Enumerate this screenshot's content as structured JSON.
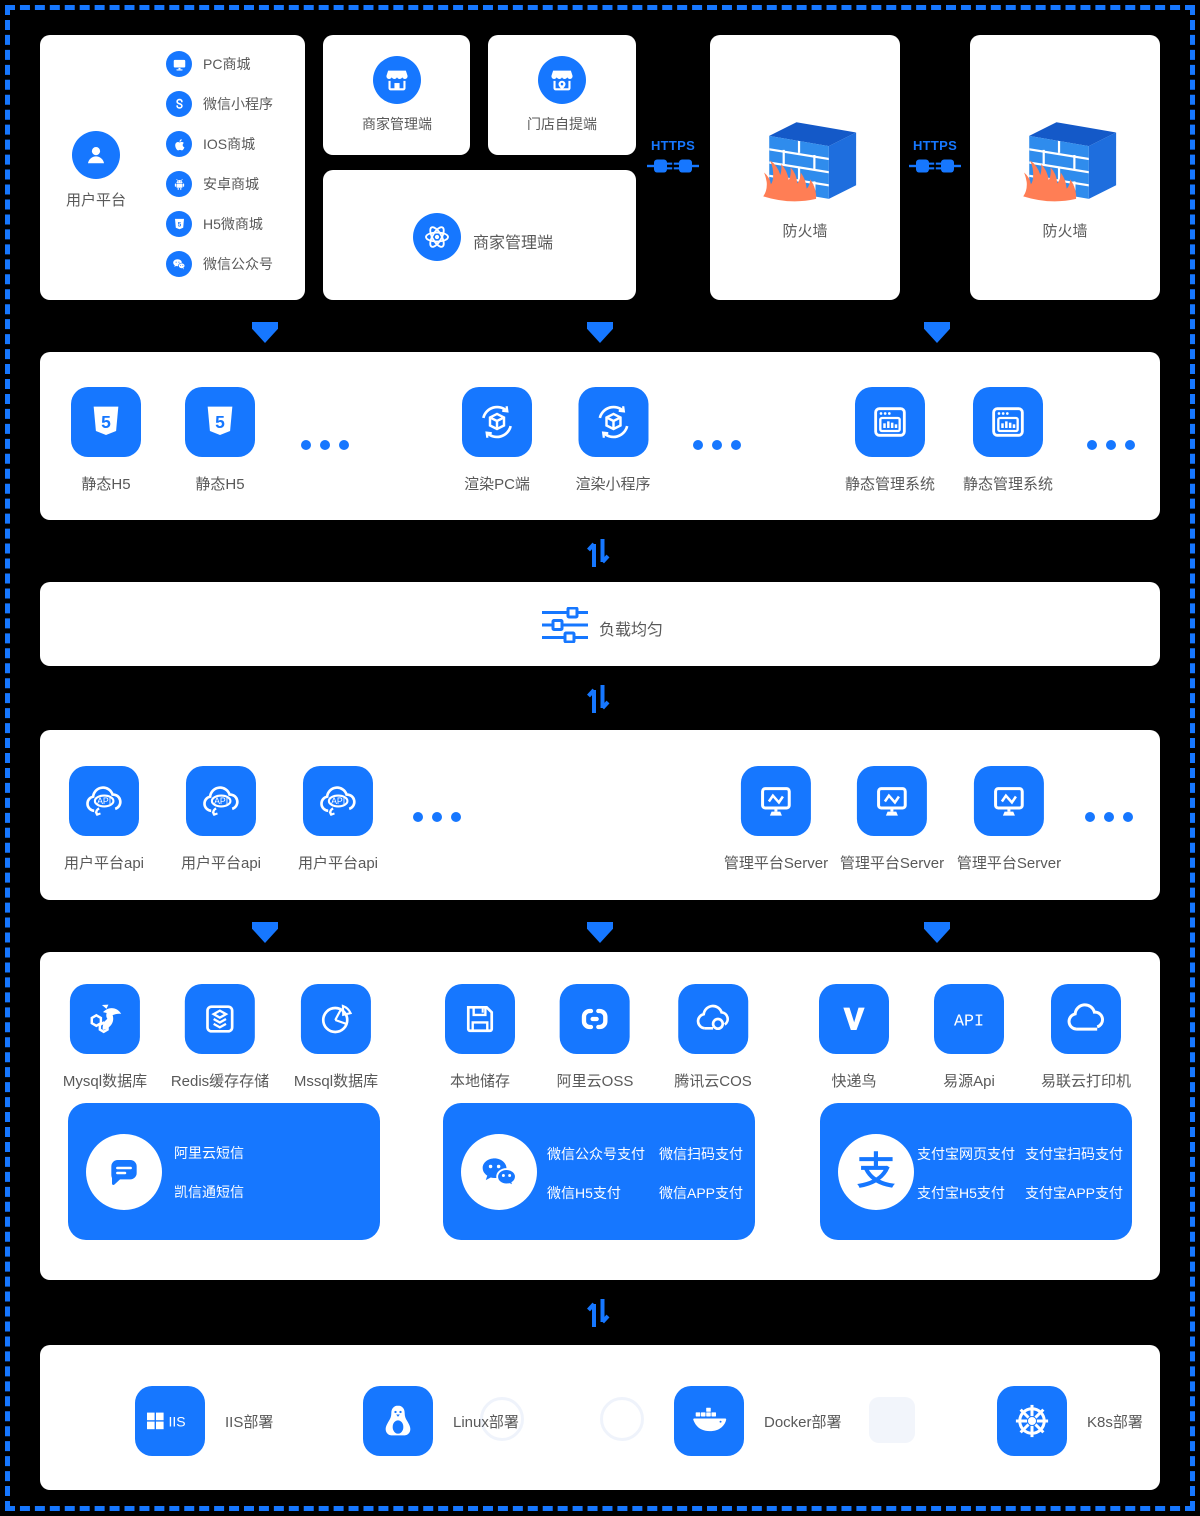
{
  "colors": {
    "accent": "#1677ff",
    "background": "#000000",
    "card": "#ffffff",
    "label_text": "#595959",
    "fire": "#ff7e55"
  },
  "glyphs": {
    "h5": "5",
    "api": "API",
    "iis": "IIS",
    "alipay": "支"
  },
  "client_layer": {
    "user_platform": {
      "title": "用户平台",
      "channels": [
        {
          "label": "PC商城"
        },
        {
          "label": "微信小程序"
        },
        {
          "label": "IOS商城"
        },
        {
          "label": "安卓商城"
        },
        {
          "label": "H5微商城"
        },
        {
          "label": "微信公众号"
        }
      ]
    },
    "merchant_admin": {
      "label": "商家管理端"
    },
    "store_pickup": {
      "label": "门店自提端"
    },
    "merchant_admin_main": {
      "label": "商家管理端"
    },
    "https_left": {
      "label": "HTTPS"
    },
    "https_right": {
      "label": "HTTPS"
    },
    "firewall_left": {
      "label": "防火墙"
    },
    "firewall_right": {
      "label": "防火墙"
    }
  },
  "static_layer": {
    "nodes": [
      {
        "label": "静态H5"
      },
      {
        "label": "静态H5"
      },
      {
        "label": "渲染PC端"
      },
      {
        "label": "渲染小程序"
      },
      {
        "label": "静态管理系统"
      },
      {
        "label": "静态管理系统"
      }
    ]
  },
  "load_balancer": {
    "label": "负载均匀"
  },
  "api_layer": {
    "nodes": [
      {
        "label": "用户平台api"
      },
      {
        "label": "用户平台api"
      },
      {
        "label": "用户平台api"
      },
      {
        "label": "管理平台Server"
      },
      {
        "label": "管理平台Server"
      },
      {
        "label": "管理平台Server"
      }
    ]
  },
  "service_layer": {
    "nodes": [
      {
        "label": "Mysql数据库"
      },
      {
        "label": "Redis缓存存储"
      },
      {
        "label": "Mssql数据库"
      },
      {
        "label": "本地储存"
      },
      {
        "label": "阿里云OSS"
      },
      {
        "label": "腾讯云COS"
      },
      {
        "label": "快递鸟"
      },
      {
        "label": "易源Api"
      },
      {
        "label": "易联云打印机"
      }
    ],
    "sms_panel": {
      "items": [
        "阿里云短信",
        "凯信通短信"
      ]
    },
    "wechat_pay_panel": {
      "items": [
        "微信公众号支付",
        "微信扫码支付",
        "微信H5支付",
        "微信APP支付"
      ]
    },
    "alipay_panel": {
      "items": [
        "支付宝网页支付",
        "支付宝扫码支付",
        "支付宝H5支付",
        "支付宝APP支付"
      ]
    }
  },
  "deploy_layer": {
    "nodes": [
      {
        "label": "IIS部署"
      },
      {
        "label": "Linux部署"
      },
      {
        "label": "Docker部署"
      },
      {
        "label": "K8s部署"
      }
    ]
  }
}
